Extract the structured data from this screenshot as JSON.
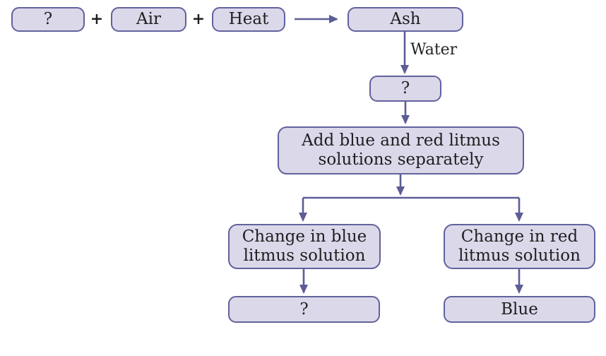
{
  "flowchart": {
    "nodes": {
      "unknown_reactant": "?",
      "air": "Air",
      "heat": "Heat",
      "ash": "Ash",
      "unknown_solution": "?",
      "add_litmus": {
        "line1": "Add blue and red litmus",
        "line2": "solutions separately"
      },
      "blue_litmus": {
        "line1": "Change in blue",
        "line2": "litmus solution"
      },
      "red_litmus": {
        "line1": "Change in red",
        "line2": "litmus solution"
      },
      "unknown_result": "?",
      "blue_result": "Blue"
    },
    "operators": {
      "plus1": "+",
      "plus2": "+"
    },
    "edge_labels": {
      "water": "Water"
    },
    "colors": {
      "box_fill": "#dbd8ea",
      "box_border": "#62629d",
      "arrow": "#5c5d95",
      "text": "#1f1f1f",
      "background": "#ffffff"
    }
  }
}
